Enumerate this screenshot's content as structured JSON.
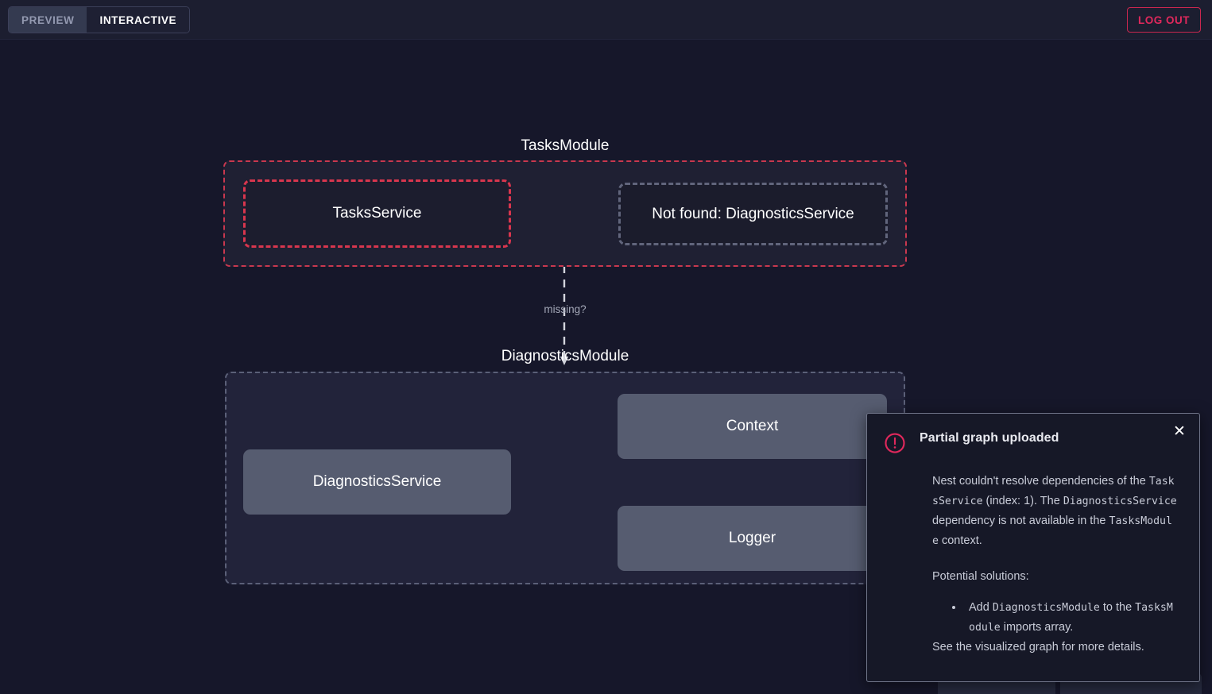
{
  "topbar": {
    "tabs": [
      {
        "label": "PREVIEW",
        "active": false
      },
      {
        "label": "INTERACTIVE",
        "active": true
      }
    ],
    "logout_label": "LOG OUT"
  },
  "graph": {
    "modules": [
      {
        "id": "tasks-module",
        "label": "TasksModule",
        "state": "error"
      },
      {
        "id": "diagnostics-module",
        "label": "DiagnosticsModule",
        "state": "ok"
      }
    ],
    "nodes": [
      {
        "id": "tasks-service",
        "label": "TasksService",
        "style": "error-dashed",
        "module": "tasks-module"
      },
      {
        "id": "not-found-diagnostics-service",
        "label": "Not found: DiagnosticsService",
        "style": "not-found-dashed",
        "module": "tasks-module"
      },
      {
        "id": "diagnostics-service",
        "label": "DiagnosticsService",
        "style": "filled",
        "module": "diagnostics-module"
      },
      {
        "id": "context",
        "label": "Context",
        "style": "filled",
        "module": "diagnostics-module"
      },
      {
        "id": "logger",
        "label": "Logger",
        "style": "filled",
        "module": "diagnostics-module"
      }
    ],
    "edges": [
      {
        "from": "tasks-service",
        "to": "not-found-diagnostics-service",
        "label": "",
        "style": "error-dashed"
      },
      {
        "from": "tasks-module",
        "to": "diagnostics-module",
        "label": "missing?",
        "style": "dashed"
      },
      {
        "from": "diagnostics-service",
        "to": "context",
        "label": "",
        "style": "solid"
      },
      {
        "from": "diagnostics-service",
        "to": "logger",
        "label": "",
        "style": "solid"
      }
    ],
    "edge_labels": {
      "missing": "missing?"
    }
  },
  "toast": {
    "title": "Partial graph uploaded",
    "icon": "alert-circle-icon",
    "close_label": "✕",
    "paragraph_1": {
      "t1": "Nest couldn't resolve dependencies of the ",
      "code1": "TasksService",
      "t2": " (index: 1). The ",
      "code2": "DiagnosticsService",
      "t3": " dependency is not available in the ",
      "code3": "TasksModule",
      "t4": " context."
    },
    "paragraph_2": "Potential solutions:",
    "solutions": [
      {
        "t1": "Add ",
        "code1": "DiagnosticsModule",
        "t2": " to the ",
        "code2": "TasksModule",
        "t3": " imports array."
      }
    ],
    "paragraph_3": "See the visualized graph for more details."
  },
  "colors": {
    "background": "#16172a",
    "topbar": "#1c1e30",
    "accent_error": "#e0285c",
    "edge_error": "#d8364e",
    "node_fill": "#565c70",
    "module_error_border": "#c9384f",
    "module_ok_border": "#5b6078"
  }
}
